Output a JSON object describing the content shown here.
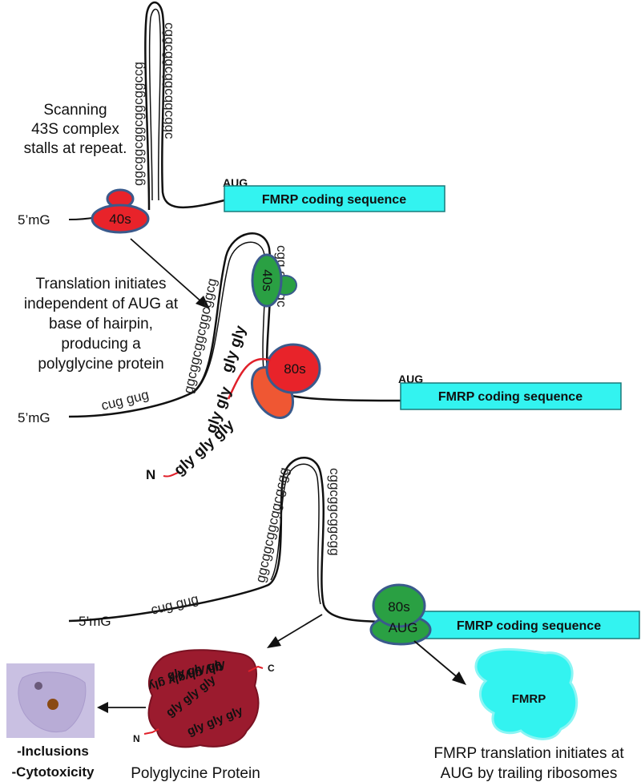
{
  "panel1": {
    "caption": [
      "Scanning",
      "43S complex",
      "stalls at repeat."
    ],
    "five_prime": "5’mG",
    "ribosome_label": "40s",
    "left_seq": "ggcggcggcggcggccg",
    "right_seq": "cggcggcggcggcggc",
    "aug": "AUG",
    "coding": "FMRP coding sequence"
  },
  "panel2": {
    "caption": [
      "Translation initiates",
      "independent of AUG at",
      "base of hairpin,",
      "producing a",
      "polyglycine protein"
    ],
    "five_prime": "5’mG",
    "cug_gug": "cug gug",
    "left_seq": "ggcggcggcggcggcg",
    "right_seq": "cgg gcggc",
    "small_ribo": "40s",
    "big_ribo": "80s",
    "gly_near": "gly gly",
    "gly_mid": "gly gly",
    "n_term": "N",
    "gly_far": "gly gly gly",
    "aug": "AUG",
    "coding": "FMRP coding sequence"
  },
  "panel3": {
    "five_prime": "5’mG",
    "cug_gug": "cug gug",
    "left_seq": "ggcggcggcggcgcgg",
    "right_seq": "cggcggcggcgg",
    "ribo_top": "80s",
    "ribo_bottom": "AUG",
    "coding": "FMRP coding sequence",
    "fmrp": "FMRP",
    "fmrp_caption": [
      "FMRP translation initiates at",
      "AUG by trailing ribosomes"
    ],
    "poly_text": [
      "gly gly gly",
      "gly glygly gly",
      "gly gly gly",
      "gly gly gly"
    ],
    "c_term": "C",
    "n_term": "N",
    "poly_caption": "Polyglycine Protein",
    "outcomes": [
      "-Inclusions",
      "-Cytotoxicity"
    ]
  },
  "colors": {
    "ribo_red": "#e8232a",
    "ribo_green": "#2aa043",
    "ribo_orange": "#ef5733",
    "ribo_outline": "#3a5a8c",
    "coding_fill": "#33f3f0",
    "fmrp_fill": "#33f3f0",
    "poly_fill": "#9b1b2e",
    "cell_bg": "#b8acd6"
  }
}
